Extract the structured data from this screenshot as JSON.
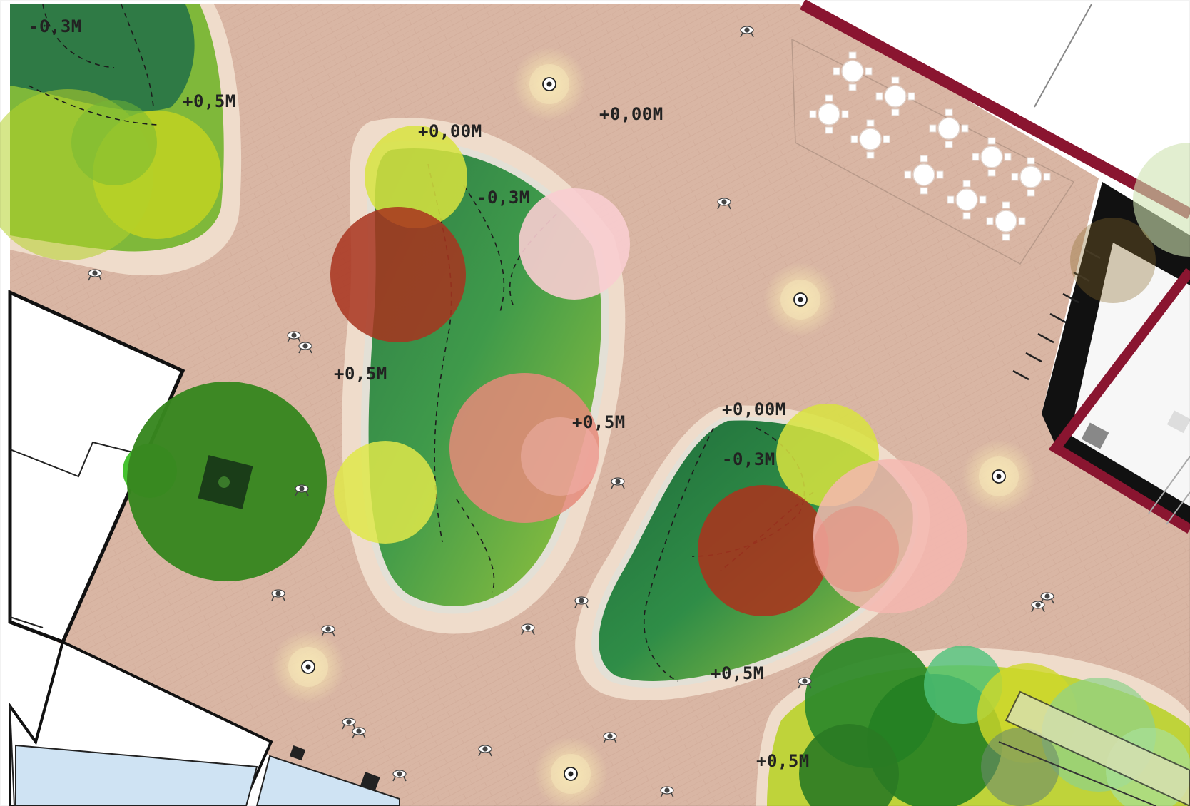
{
  "plan": {
    "level_labels": [
      "-0,3M",
      "+0,5M",
      "+0,00M",
      "+0,00M",
      "-0,3M",
      "+0,5M",
      "+0,5M",
      "+0,00M",
      "-0,3M",
      "+0,5M",
      "+0,5M"
    ],
    "colors": {
      "paving": "#d8b4a2",
      "building_wall": "#8a1530",
      "dark_green": "#1f6b3a",
      "grass_green": "#6cb33a",
      "lime": "#d6e04a",
      "tree_red": "#a8341e",
      "tree_salmon": "#e58a7a",
      "tree_pink": "#f4c4c8",
      "water_blue": "#cfe3f3"
    },
    "icons": [
      "person-icon",
      "light-fixture-icon",
      "cafe-table-icon"
    ]
  }
}
